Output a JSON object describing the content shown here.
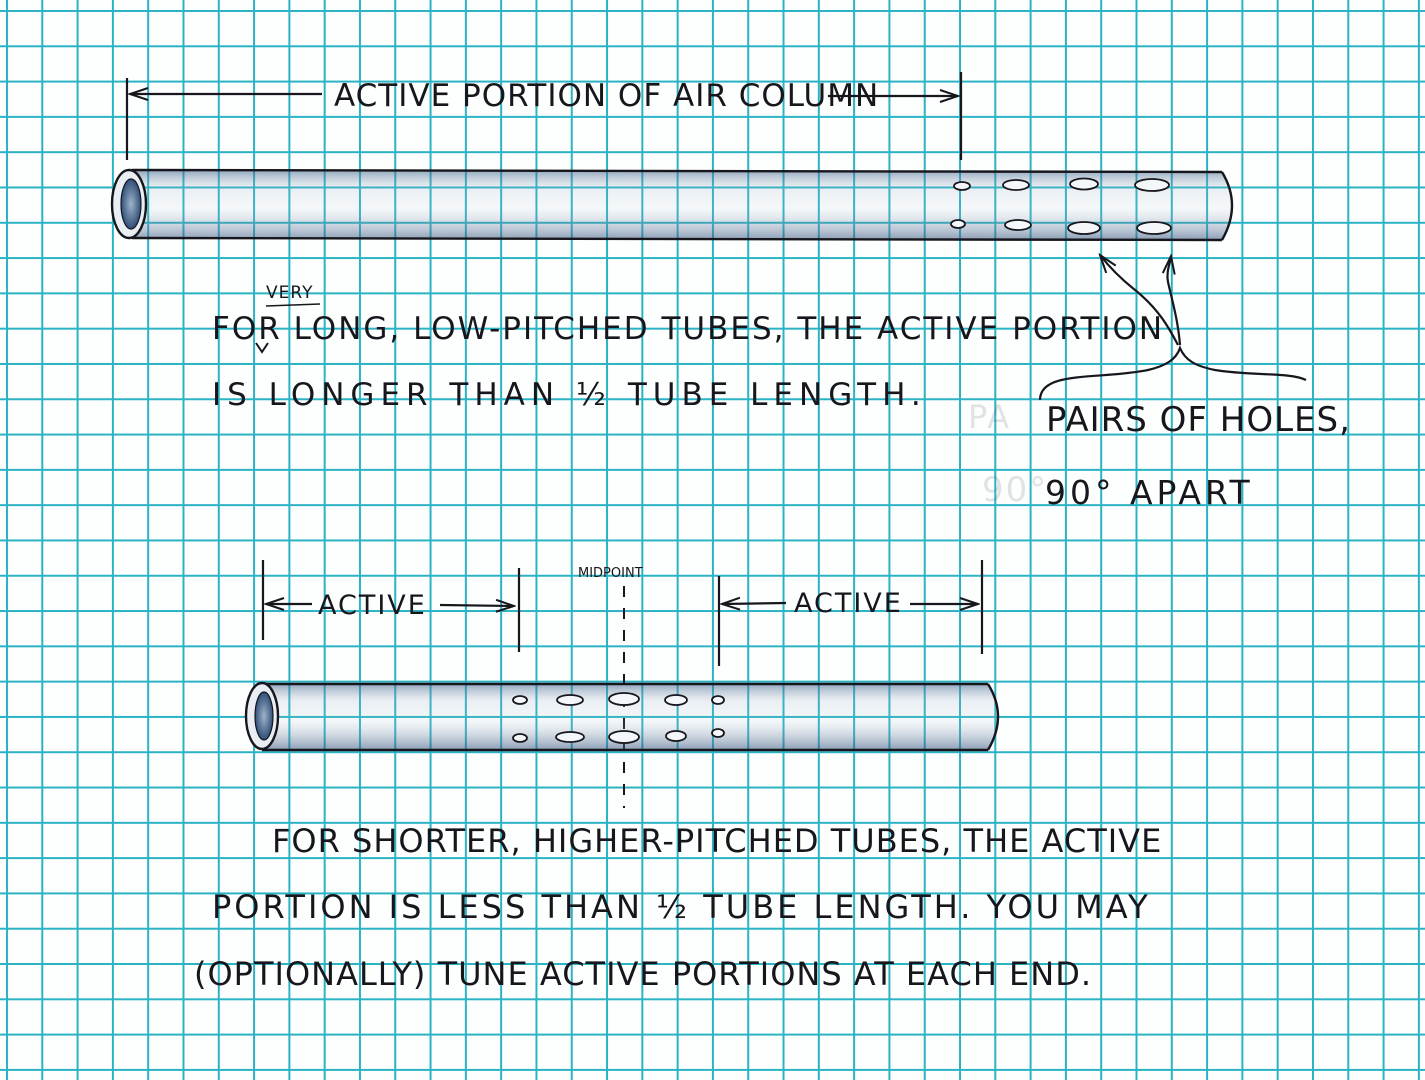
{
  "top_diagram": {
    "dimension_label": "ACTIVE PORTION OF AIR COLUMN",
    "insert_word": "VERY",
    "note_line_1": "FOR LONG, LOW-PITCHED TUBES, THE ACTIVE PORTION",
    "note_line_2": "IS LONGER THAN ½ TUBE LENGTH.",
    "holes_label_line_1": "PAIRS OF HOLES,",
    "holes_label_line_2": "90° APART",
    "holes_ghost_line_1": "PA",
    "holes_ghost_line_2": "90°"
  },
  "bottom_diagram": {
    "left_active_label": "ACTIVE",
    "right_active_label": "ACTIVE",
    "midpoint_label": "MIDPOINT",
    "note_line_1": "FOR SHORTER, HIGHER-PITCHED TUBES, THE ACTIVE",
    "note_line_2": "PORTION IS LESS THAN ½ TUBE LENGTH. YOU MAY",
    "note_line_3": "(OPTIONALLY) TUNE ACTIVE PORTIONS AT EACH END."
  },
  "colors": {
    "paper": "#fdfefe",
    "grid": "#2ab3c4",
    "ink": "#16161c",
    "pencil_shading": "#3b5f86"
  }
}
